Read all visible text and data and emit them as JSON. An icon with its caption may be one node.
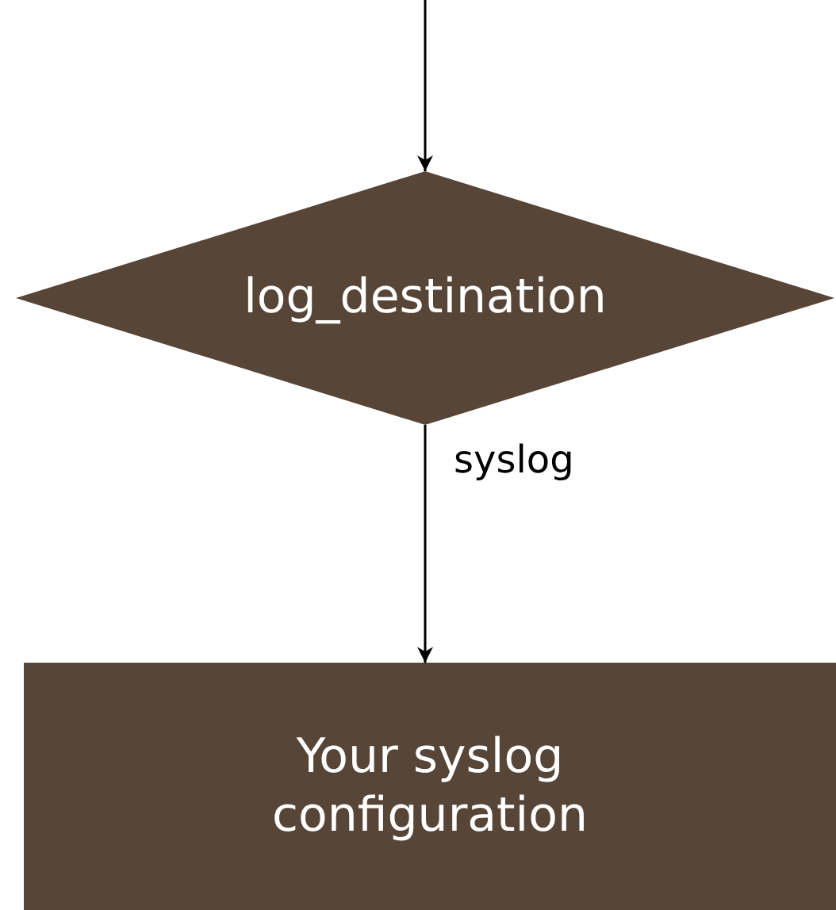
{
  "diagram": {
    "nodes": [
      {
        "text": [
          "log_destination"
        ]
      },
      {
        "text": [
          "Your syslog configuration"
        ]
      }
    ],
    "edges": [
      {
        "from": null,
        "to": 0,
        "arrow": "to"
      },
      {
        "from": 0,
        "to": 1,
        "arrow": "to",
        "label": "syslog"
      }
    ]
  }
}
